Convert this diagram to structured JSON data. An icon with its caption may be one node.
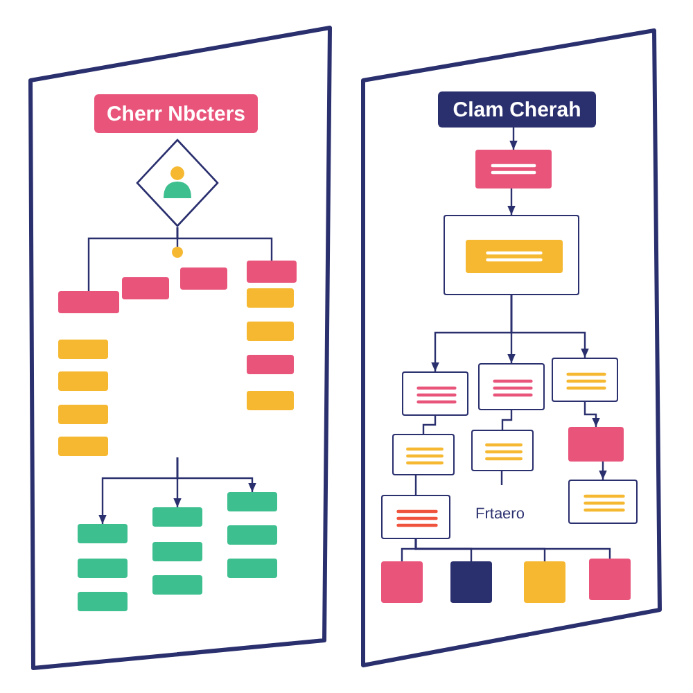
{
  "diagram": {
    "nodes": [
      {
        "text": [],
        "shape": "box"
      },
      {
        "text": [
          "Cherr Nbcters"
        ],
        "in": 0
      },
      {
        "text": [],
        "shape": "diamond",
        "in": 0
      },
      {
        "text": [],
        "shape": "circle",
        "in": 0
      },
      {
        "text": [],
        "shape": "box",
        "in": 0
      },
      {
        "text": [],
        "shape": "box",
        "in": 0
      },
      {
        "text": [],
        "shape": "box",
        "in": 0
      },
      {
        "text": [],
        "shape": "box",
        "in": 0
      },
      {
        "text": [],
        "shape": "box",
        "in": 0
      },
      {
        "text": [],
        "shape": "box",
        "in": 0
      },
      {
        "text": [],
        "shape": "box",
        "in": 0
      },
      {
        "text": [],
        "shape": "box",
        "in": 0
      },
      {
        "text": [],
        "shape": "box",
        "in": 0
      },
      {
        "text": [],
        "shape": "box",
        "in": 0
      },
      {
        "text": [],
        "shape": "box",
        "in": 0
      },
      {
        "text": [],
        "shape": "box",
        "in": 0
      },
      {
        "text": [],
        "shape": "box",
        "in": 0
      },
      {
        "text": [],
        "shape": "box",
        "in": 0
      },
      {
        "text": [],
        "shape": "box",
        "in": 0
      },
      {
        "text": [],
        "shape": "box",
        "in": 0
      },
      {
        "text": [],
        "shape": "box",
        "in": 0
      },
      {
        "text": [],
        "shape": "box",
        "in": 0
      },
      {
        "text": [],
        "shape": "box",
        "in": 0
      },
      {
        "text": [],
        "shape": "box",
        "in": 0
      },
      {
        "text": [],
        "shape": "box",
        "in": 0
      },
      {
        "text": [],
        "shape": "box"
      },
      {
        "text": [
          "Clam Cherah"
        ],
        "in": 25
      },
      {
        "text": [],
        "shape": "box",
        "in": 25
      },
      {
        "text": [],
        "shape": "box",
        "in": 25
      },
      {
        "text": [],
        "shape": "box",
        "in": 28
      },
      {
        "text": [],
        "shape": "box",
        "in": 25
      },
      {
        "text": [],
        "shape": "box",
        "in": 25
      },
      {
        "text": [],
        "shape": "box",
        "in": 25
      },
      {
        "text": [],
        "shape": "box",
        "in": 25
      },
      {
        "text": [],
        "shape": "box",
        "in": 25
      },
      {
        "text": [],
        "shape": "box",
        "in": 25
      },
      {
        "text": [],
        "shape": "box",
        "in": 25
      },
      {
        "text": [],
        "shape": "box",
        "in": 25
      },
      {
        "text": [],
        "shape": "box",
        "in": 25
      },
      {
        "text": [],
        "shape": "box",
        "in": 25
      },
      {
        "text": [],
        "shape": "box",
        "in": 25
      },
      {
        "text": [],
        "shape": "box",
        "in": 25
      }
    ],
    "edges": [
      {
        "from": 2,
        "to": 3,
        "arrow": "none"
      },
      {
        "from": 2,
        "to": 4,
        "arrow": "none"
      },
      {
        "from": 2,
        "to": 7,
        "arrow": "none"
      },
      {
        "from": null,
        "to": 16,
        "arrow": "to"
      },
      {
        "from": null,
        "to": 19,
        "arrow": "to"
      },
      {
        "from": null,
        "to": 22,
        "arrow": "to"
      },
      {
        "from": 26,
        "to": 27,
        "arrow": "to"
      },
      {
        "from": 27,
        "to": 28,
        "arrow": "to"
      },
      {
        "from": 28,
        "to": 30,
        "arrow": "to"
      },
      {
        "from": 28,
        "to": 31,
        "arrow": "to"
      },
      {
        "from": 28,
        "to": 32,
        "arrow": "to"
      },
      {
        "from": 30,
        "to": 33,
        "arrow": "none"
      },
      {
        "from": 31,
        "to": 34,
        "arrow": "none"
      },
      {
        "from": 32,
        "to": 35,
        "arrow": "to"
      },
      {
        "from": 35,
        "to": 37,
        "arrow": "to"
      },
      {
        "from": 33,
        "to": 36,
        "arrow": "none"
      },
      {
        "from": 34,
        "to": null,
        "arrow": "none"
      },
      {
        "from": 36,
        "to": 38,
        "arrow": "none"
      },
      {
        "from": 36,
        "to": 39,
        "arrow": "none"
      },
      {
        "from": 36,
        "to": 40,
        "arrow": "none"
      },
      {
        "from": 36,
        "to": 41,
        "arrow": "none"
      }
    ],
    "labels": [
      "Frtaero"
    ]
  }
}
